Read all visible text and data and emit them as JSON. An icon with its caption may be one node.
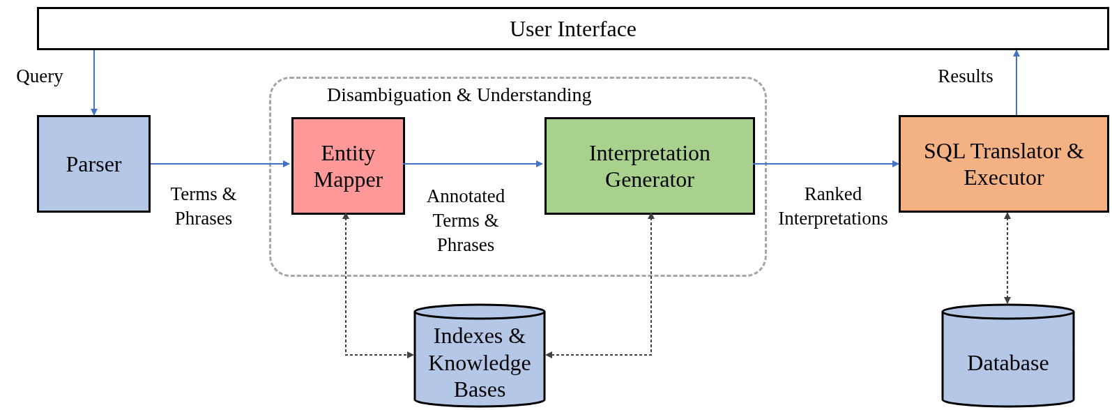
{
  "diagram": {
    "nodes": [
      {
        "text": [
          "User Interface"
        ]
      },
      {
        "text": [
          "Parser"
        ]
      },
      {
        "text": [
          "Disambiguation & Understanding"
        ]
      },
      {
        "text": [
          "Entity Mapper"
        ],
        "in": 2
      },
      {
        "text": [
          "Interpretation Generator"
        ],
        "in": 2
      },
      {
        "text": [
          "SQL Translator & Executor"
        ]
      },
      {
        "text": [
          "Indexes & Knowledge Bases"
        ]
      },
      {
        "text": [
          "Database"
        ]
      }
    ],
    "edges": [
      {
        "from": 0,
        "to": 1,
        "arrow": "to",
        "label": "Query"
      },
      {
        "from": 1,
        "to": 3,
        "arrow": "to",
        "label": "Terms & Phrases"
      },
      {
        "from": 3,
        "to": 4,
        "arrow": "to",
        "label": "Annotated Terms & Phrases"
      },
      {
        "from": 4,
        "to": 5,
        "arrow": "to",
        "label": "Ranked Interpretations"
      },
      {
        "from": 5,
        "to": 0,
        "arrow": "to",
        "label": "Results"
      },
      {
        "from": 3,
        "to": 6,
        "arrow": "both",
        "style": "dashed",
        "color": "#404040"
      },
      {
        "from": 4,
        "to": 6,
        "arrow": "both",
        "style": "dashed",
        "color": "#404040"
      },
      {
        "from": 5,
        "to": 7,
        "arrow": "both",
        "style": "dashed",
        "color": "#404040"
      }
    ]
  }
}
